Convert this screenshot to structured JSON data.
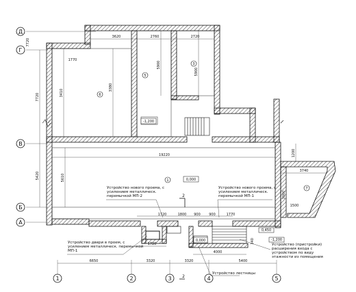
{
  "axes_letters": [
    {
      "label": "Д"
    },
    {
      "label": "Г"
    },
    {
      "label": "В"
    },
    {
      "label": "Б"
    },
    {
      "label": "А"
    }
  ],
  "axes_numbers": [
    {
      "label": "1"
    },
    {
      "label": "2"
    },
    {
      "label": "3"
    },
    {
      "label": "4"
    },
    {
      "label": "5"
    }
  ],
  "room_tags": [
    {
      "label": "6"
    },
    {
      "label": "5"
    },
    {
      "label": "3"
    },
    {
      "label": "7"
    },
    {
      "label": "1"
    }
  ],
  "level_marks": {
    "upper": "-1,200",
    "main": "0,000",
    "entrance": "0,000",
    "right_small": "0,450",
    "stairs_low": "-1,200"
  },
  "dims_top": [
    "3620",
    "2760",
    "2720"
  ],
  "dims_left": [
    "7720",
    "5420"
  ],
  "dims_bottom": [
    "6650",
    "3320",
    "3320",
    "5400"
  ],
  "dims_misc": {
    "top_inner": "1770",
    "room6_height": "3410",
    "room6_h2": "3380",
    "room5_h": "5900",
    "room3_h": "5900",
    "main_width": "19220",
    "main_height": "5610",
    "right_w": "3740",
    "right_h": "3000",
    "right_small": "1500",
    "vest1": "1720",
    "vest2": "1800",
    "vest3": "1770",
    "vest_a": "1200",
    "vest_b": "900",
    "vest_c": "900",
    "stair_w": "4000",
    "side_h": "340",
    "left_gap": "1720",
    "left_small": "7720"
  },
  "section_marks": {
    "top": "2",
    "bottom": "2"
  },
  "notes": {
    "opening_left": "Устройство нового проема, с усилением металлическ. перемычкой МП-2",
    "opening_right": "Устройство нового проема, с усилением металлическ. перемычкой МП-1",
    "bottom_left": "Устройство двери в проем, с усилением металлическ. перемычкой МП-1",
    "bottom_middle": "Устройство лестницы",
    "right_entrance": "Устройство (пристройки) расширения входа с устройством по виду этажности из помещения"
  }
}
